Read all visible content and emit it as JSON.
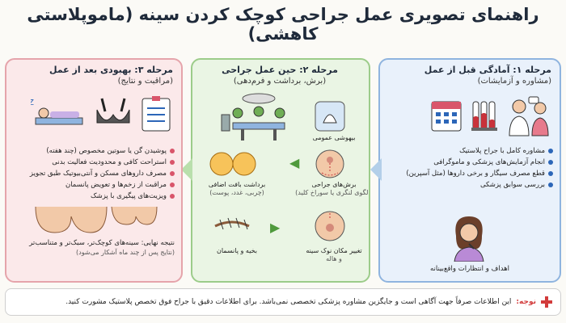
{
  "title": "راهنمای تصویری عمل جراحی کوچک کردن سینه (ماموپلاستی کاهشی)",
  "stage1": {
    "heading": "مرحله ۱: آمادگی قبل از عمل",
    "subheading": "(مشاوره و آزمایشات)",
    "items": [
      "مشاوره کامل با جراح پلاستیک",
      "انجام آزمایش‌های پزشکی و ماموگرافی",
      "قطع مصرف سیگار و برخی داروها (مثل آسپرین)",
      "بررسی سوابق پزشکی"
    ],
    "caption": "اهداف و انتظارات واقع‌بینانه"
  },
  "stage2": {
    "heading": "مرحله ۲: حین عمل جراحی",
    "subheading": "(برش، برداشت و فرم‌دهی)",
    "steps": [
      {
        "line1": "بیهوشی عمومی",
        "line2": ""
      },
      {
        "line1": "برش‌های جراحی",
        "line2": "(الگوی لنگری یا سوراخ کلید)"
      },
      {
        "line1": "برداشت بافت اضافی",
        "line2": "(چربی، غدد، پوست)"
      },
      {
        "line1": "تغییر مکان نوک سینه",
        "line2": "و هاله"
      },
      {
        "line1": "بخیه و پانسمان",
        "line2": ""
      }
    ]
  },
  "stage3": {
    "heading": "مرحله ۳: بهبودی بعد از عمل",
    "subheading": "(مراقبت و نتایج)",
    "items": [
      "پوشیدن گن یا سوتین مخصوص (چند هفته)",
      "استراحت کافی و محدودیت فعالیت بدنی",
      "مصرف داروهای مسکن و آنتی‌بیوتیک طبق تجویز",
      "مراقبت از زخم‌ها و تعویض پانسمان",
      "ویزیت‌های پیگیری با پزشک"
    ],
    "result_line1": "نتیجه نهایی: سینه‌های کوچک‌تر، سبک‌تر و متناسب‌تر",
    "result_line2": "(نتایج پس از چند ماه آشکار می‌شود)"
  },
  "note": {
    "label": "نوجه:",
    "text": "این اطلاعات صرفاً جهت آگاهی است و جایگزین مشاوره پزشکی تخصصی نمی‌باشد. برای اطلاعات دقیق با جراح فوق تخصص پلاستیک مشورت کنید."
  },
  "colors": {
    "stage1": "#2c66b8",
    "stage2": "#4f9a3c",
    "stage3": "#d9556a",
    "note_icon": "#d23b3b"
  }
}
